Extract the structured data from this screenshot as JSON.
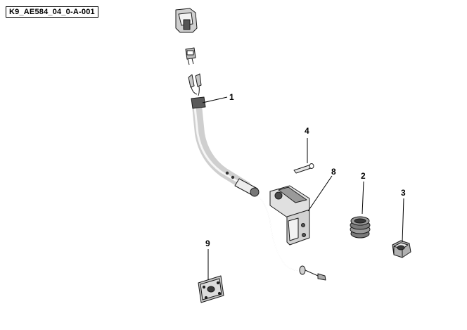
{
  "diagram_id": "K9_AE584_04_0-A-001",
  "callouts": [
    {
      "number": "1",
      "part": "sheathed-cable-assembly"
    },
    {
      "number": "2",
      "part": "coil-spring"
    },
    {
      "number": "3",
      "part": "castle-nut"
    },
    {
      "number": "4",
      "part": "cotter-pin"
    },
    {
      "number": "8",
      "part": "mounting-bracket"
    },
    {
      "number": "9",
      "part": "plate-gasket"
    }
  ],
  "colors": {
    "outline": "#1a1a1a",
    "part_fill": "#ffffff",
    "shade_light": "#d9d9d9",
    "shade_mid": "#9a9a9a",
    "shade_dark": "#3a3a3a",
    "background": "#ffffff"
  }
}
